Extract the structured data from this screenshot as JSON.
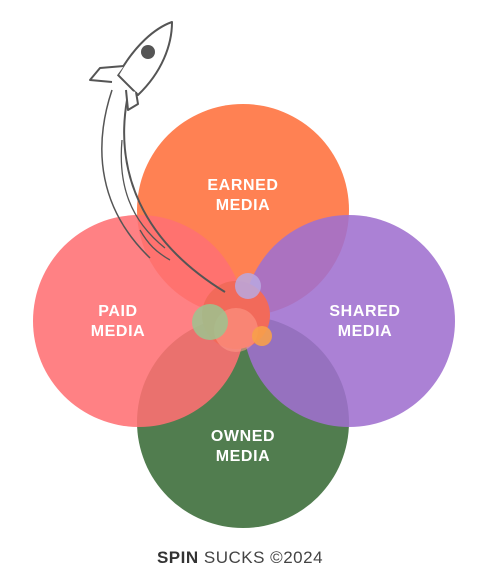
{
  "diagram": {
    "circles": [
      {
        "id": "earned",
        "line1": "EARNED",
        "line2": "MEDIA",
        "color": "#FF7A4A"
      },
      {
        "id": "paid",
        "line1": "PAID",
        "line2": "MEDIA",
        "color": "#FF6F73"
      },
      {
        "id": "shared",
        "line1": "SHARED",
        "line2": "MEDIA",
        "color": "#9F6FCF"
      },
      {
        "id": "owned",
        "line1": "OWNED",
        "line2": "MEDIA",
        "color": "#4E7A4B"
      }
    ]
  },
  "footer": {
    "brand": "SPIN",
    "rest": " SUCKS ©2024"
  }
}
